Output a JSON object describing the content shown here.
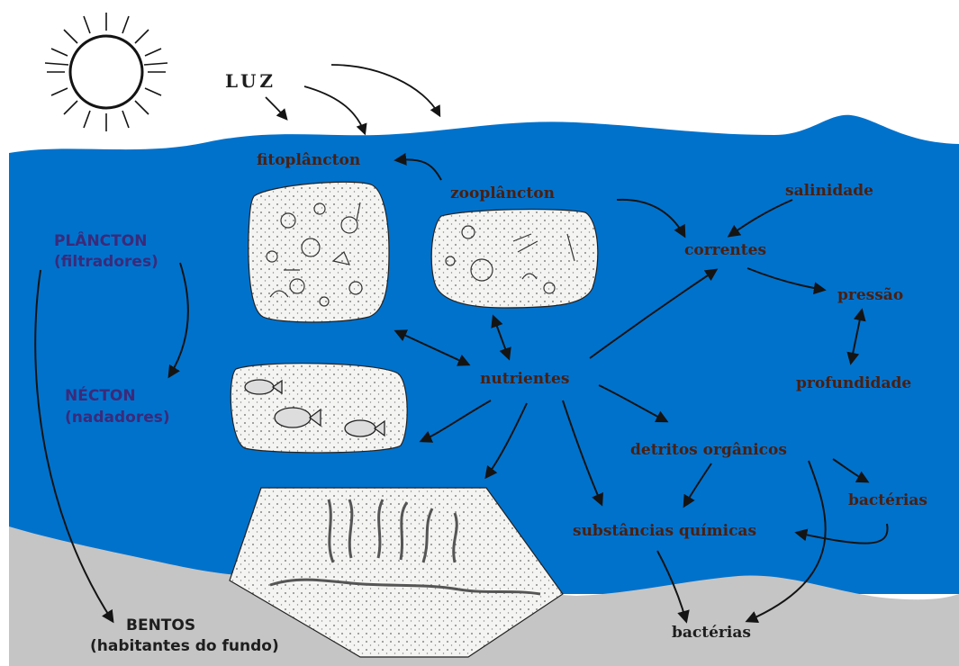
{
  "labels": {
    "luz": "LUZ",
    "fitoplancton": "fitoplâncton",
    "zooplancton": "zooplâncton",
    "salinidade": "salinidade",
    "correntes": "correntes",
    "pressao": "pressão",
    "profundidade": "profundidade",
    "plancton": "PLÂNCTON",
    "plancton_sub": "(filtradores)",
    "necton": "NÉCTON",
    "necton_sub": "(nadadores)",
    "nutrientes": "nutrientes",
    "detritos": "detritos orgânicos",
    "bacterias_right": "bactérias",
    "substancias": "substâncias químicas",
    "bacterias_bottom": "bactérias",
    "bentos": "BENTOS",
    "bentos_sub": "(habitantes do fundo)"
  },
  "colors": {
    "water": "#0072cc",
    "seabed": "#c5c5c5",
    "sky": "#ffffff",
    "arrow": "#141414",
    "box_fill": "#f4f4f2"
  }
}
